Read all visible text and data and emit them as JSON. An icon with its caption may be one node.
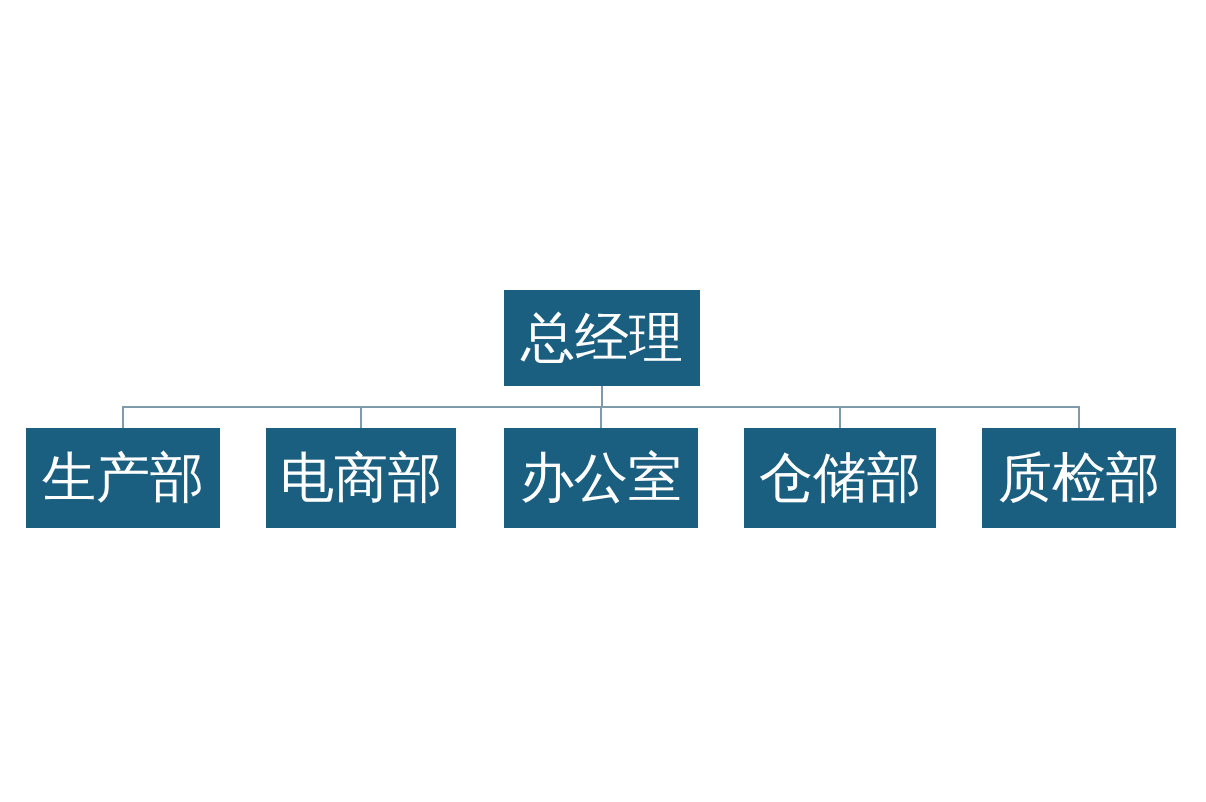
{
  "diagram": {
    "nodes": [
      {
        "text": [
          "总经理"
        ]
      },
      {
        "text": [
          "生产部"
        ]
      },
      {
        "text": [
          "电商部"
        ]
      },
      {
        "text": [
          "办公室"
        ]
      },
      {
        "text": [
          "仓储部"
        ]
      },
      {
        "text": [
          "质检部"
        ]
      }
    ],
    "edges": [
      {
        "from": 0,
        "to": 1,
        "arrow": "none"
      },
      {
        "from": 0,
        "to": 2,
        "arrow": "none"
      },
      {
        "from": 0,
        "to": 3,
        "arrow": "none"
      },
      {
        "from": 0,
        "to": 4,
        "arrow": "none"
      },
      {
        "from": 0,
        "to": 5,
        "arrow": "none"
      }
    ]
  }
}
